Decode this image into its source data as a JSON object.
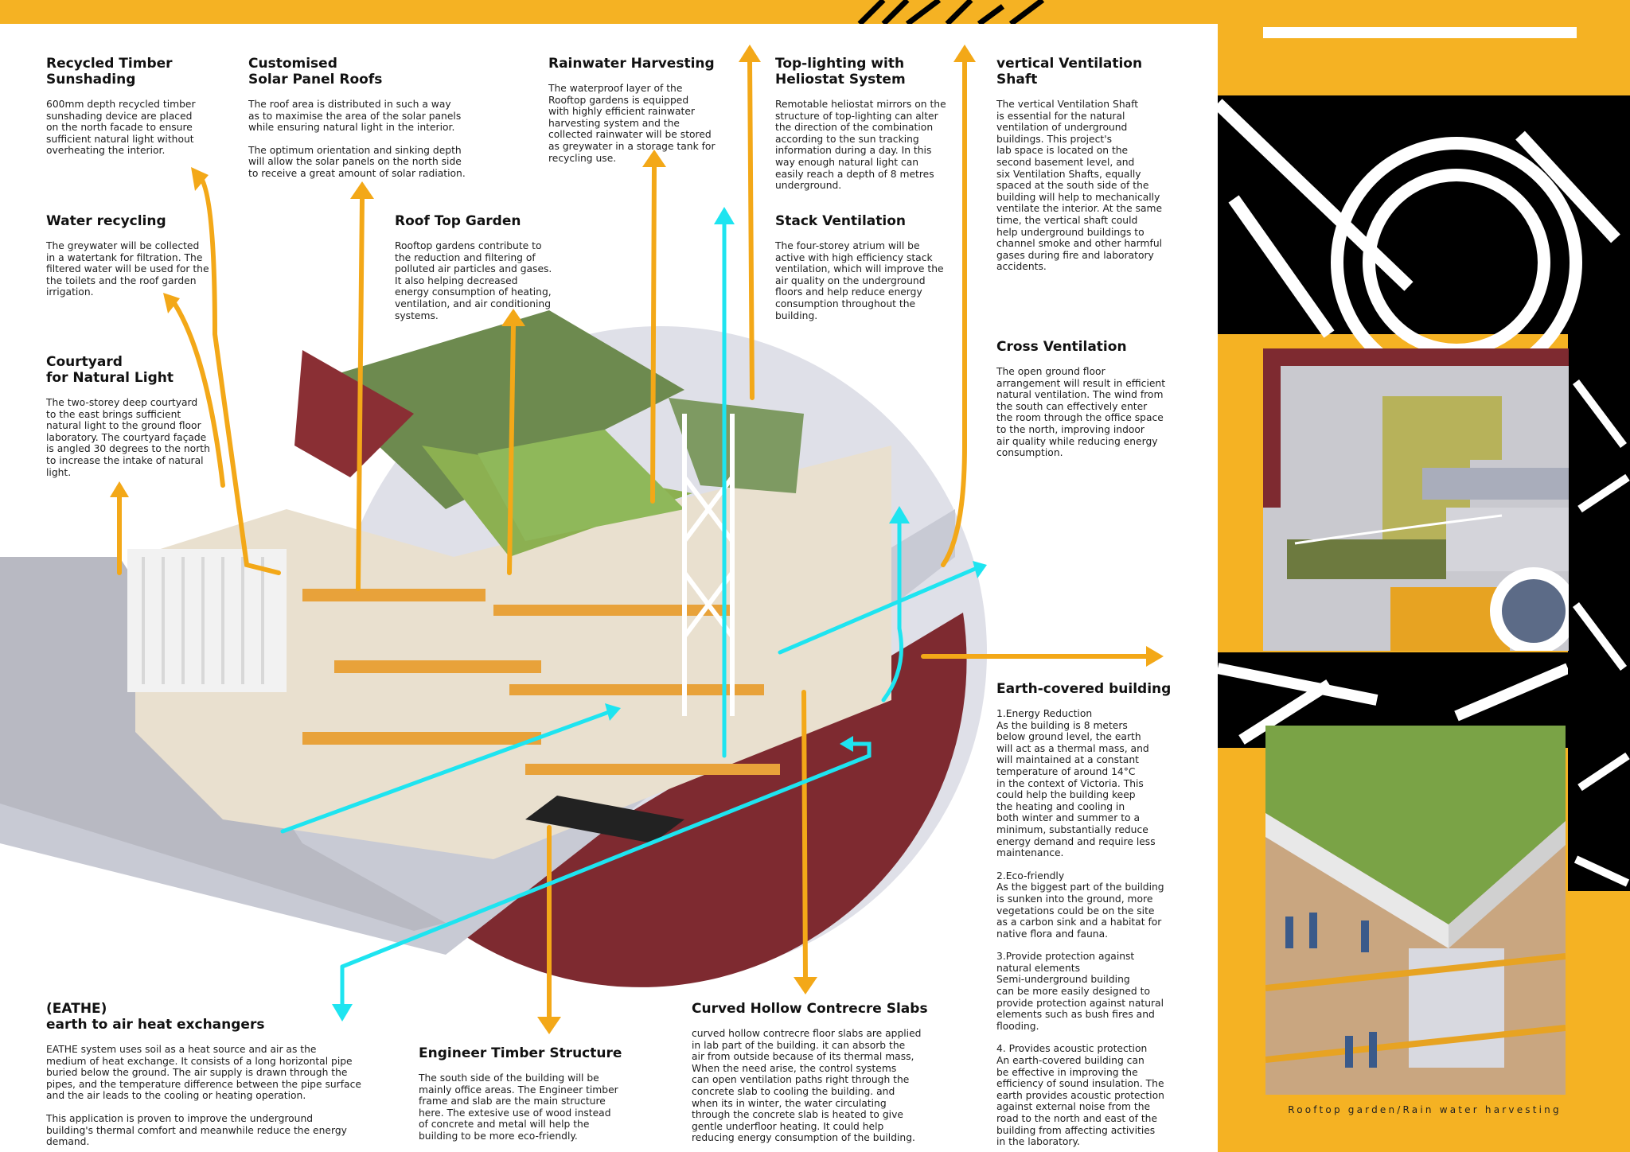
{
  "colors": {
    "accent": "#f5b223",
    "arrow_cyan": "#1ee4f0",
    "arrow_orange": "#f3a818",
    "maroon": "#7e2a30"
  },
  "sections": {
    "timber_shading": {
      "title": "Recycled Timber\nSunshading",
      "body": "600mm depth recycled timber\nsunshading device are placed\non the north facade to ensure\nsufficient natural light without\noverheating the interior."
    },
    "solar_roofs": {
      "title": "Customised\nSolar Panel Roofs",
      "body": "The roof area is distributed in such a way\nas to maximise the area of the solar panels\nwhile ensuring natural light in the interior.",
      "body2": "The optimum orientation and sinking depth\nwill allow the solar panels on the north side\nto receive a great amount of solar radiation."
    },
    "rainwater": {
      "title": "Rainwater Harvesting",
      "body": "The waterproof layer of the\nRooftop gardens is equipped\nwith highly efficient rainwater\nharvesting system and the\ncollected rainwater will be stored\nas greywater in a storage tank for\nrecycling use."
    },
    "toplighting": {
      "title": "Top-lighting with\nHeliostat System",
      "body": "Remotable heliostat mirrors on the\nstructure of top-lighting can alter\nthe direction of the combination\naccording to the sun tracking\ninformation during a day. In this\nway enough natural light can\neasily reach a depth of 8 metres\nunderground."
    },
    "vertical_shaft": {
      "title": "vertical  Ventilation\nShaft",
      "body": "The vertical Ventilation Shaft\nis essential for the natural\nventilation of underground\nbuildings. This project's\nlab space is located on the\nsecond basement level, and\nsix Ventilation Shafts, equally\nspaced at the south side of the\nbuilding will help to mechanically\nventilate the interior. At the same\ntime, the vertical shaft could\nhelp underground buildings to\nchannel smoke and other harmful\ngases during fire and laboratory\naccidents."
    },
    "water_recycling": {
      "title": "Water recycling",
      "body": "The greywater will be collected\nin a watertank for filtration. The\nfiltered water will be used for the\nthe toilets and the roof garden\nirrigation."
    },
    "roof_garden": {
      "title": "Roof Top Garden",
      "body": "Rooftop gardens contribute to\nthe reduction and filtering of\npolluted air particles and gases.\nIt also helping decreased\nenergy consumption of heating,\nventilation, and air conditioning\nsystems."
    },
    "stack_ventilation": {
      "title": "Stack Ventilation",
      "body": "The four-storey atrium will be\nactive with high efficiency stack\nventilation, which will improve the\nair quality on the underground\nfloors and help reduce energy\nconsumption throughout the\nbuilding."
    },
    "courtyard": {
      "title": "Courtyard\nfor Natural Light",
      "body": "The two-storey deep courtyard\nto the east brings sufficient\nnatural light to the ground floor\nlaboratory. The courtyard façade\nis angled 30 degrees to the north\nto increase the intake of natural\nlight."
    },
    "cross_ventilation": {
      "title": "Cross Ventilation",
      "body": "The open ground floor\narrangement will result in efficient\nnatural ventilation. The wind from\nthe south can effectively enter\nthe room through the office space\nto the north, improving indoor\nair quality while reducing energy\nconsumption."
    },
    "earth_covered": {
      "title": "Earth-covered building",
      "p1": "1.Energy Reduction\nAs the building is 8 meters\nbelow ground level, the earth\nwill act as a thermal mass, and\nwill maintained at a constant\ntemperature of around 14°C\nin the context of Victoria. This\ncould help the building keep\nthe heating and cooling in\nboth winter and summer to a\nminimum, substantially reduce\nenergy demand and require less\nmaintenance.",
      "p2": "2.Eco-friendly\nAs the biggest part of the building\nis sunken into the ground, more\nvegetations could be on the site\nas a carbon sink and a habitat for\nnative flora and fauna.",
      "p3": "3.Provide protection against\nnatural elements\nSemi-underground building\ncan be more easily designed to\nprovide protection against natural\nelements such as bush fires and\nflooding.",
      "p4": "4.  Provides acoustic protection\nAn earth-covered building can\nbe effective in improving the\nefficiency of sound insulation. The\nearth provides acoustic protection\nagainst external noise from the\nroad to the north and east of the\nbuilding from affecting activities\nin the laboratory."
    },
    "eathe": {
      "title": "(EATHE)\nearth to air heat exchangers",
      "body": "EATHE system uses soil as a heat source and air as the\nmedium of heat exchange. It consists of a long horizontal pipe\nburied below the ground. The air supply is drawn through the\npipes, and the temperature difference between the pipe surface\nand the air leads to the cooling or heating operation.",
      "body2": "This application is proven to improve the underground\nbuilding's thermal comfort and meanwhile reduce the energy\ndemand."
    },
    "timber_structure": {
      "title": "Engineer Timber Structure",
      "body": "The south side of the building will be\nmainly office areas. The Engineer timber\nframe and slab are the main structure\nhere. The extesive use of wood instead\nof concrete and metal will help the\nbuilding to be more eco-friendly."
    },
    "slabs": {
      "title": "Curved Hollow Contrecre Slabs",
      "body": "curved hollow contrecre floor slabs are applied\nin lab part of the building. it can absorb the\nair from outside because of its thermal mass,\nWhen the need arise, the control systems\ncan open ventilation paths right through the\nconcrete slab to cooling the building. and\nwhen its in winter, the  water circulating\nthrough the concrete slab is heated to give\ngentle underfloor heating. It could help\nreducing energy consumption of the building."
    }
  },
  "caption": "Rooftop garden/Rain water harvesting"
}
